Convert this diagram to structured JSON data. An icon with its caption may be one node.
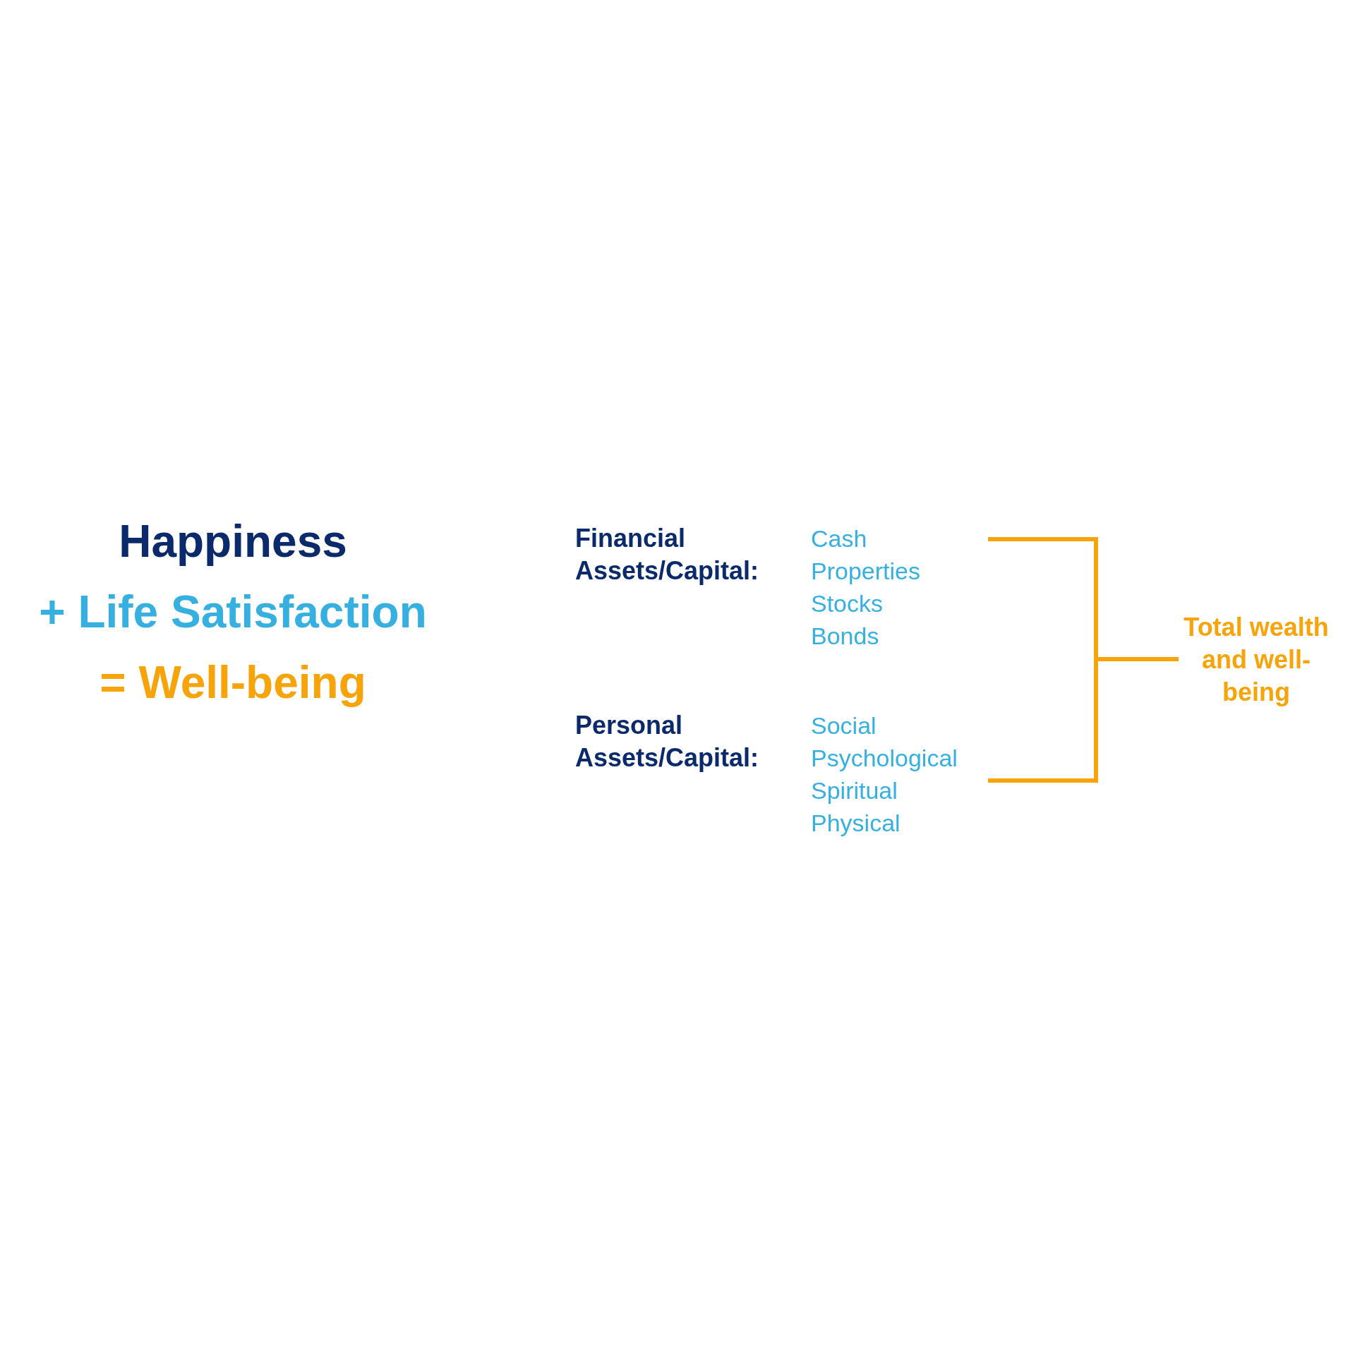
{
  "diagram": {
    "nodes": [
      {
        "text": [
          "Financial Assets/Capital:",
          "Cash",
          "Properties",
          "Stocks",
          "Bonds"
        ]
      },
      {
        "text": [
          "Personal Assets/Capital:",
          "Social",
          "Psychological",
          "Spiritual",
          "Physical"
        ]
      },
      {
        "text": [
          "Total wealth and well-being"
        ]
      }
    ],
    "edges": [
      {
        "from": 0,
        "to": 2,
        "arrow": "none",
        "color": "#f7a30a"
      },
      {
        "from": 1,
        "to": 2,
        "arrow": "none",
        "color": "#f7a30a"
      }
    ],
    "labels": [
      "Happiness",
      "+ Life Satisfaction",
      "= Well-being"
    ]
  }
}
